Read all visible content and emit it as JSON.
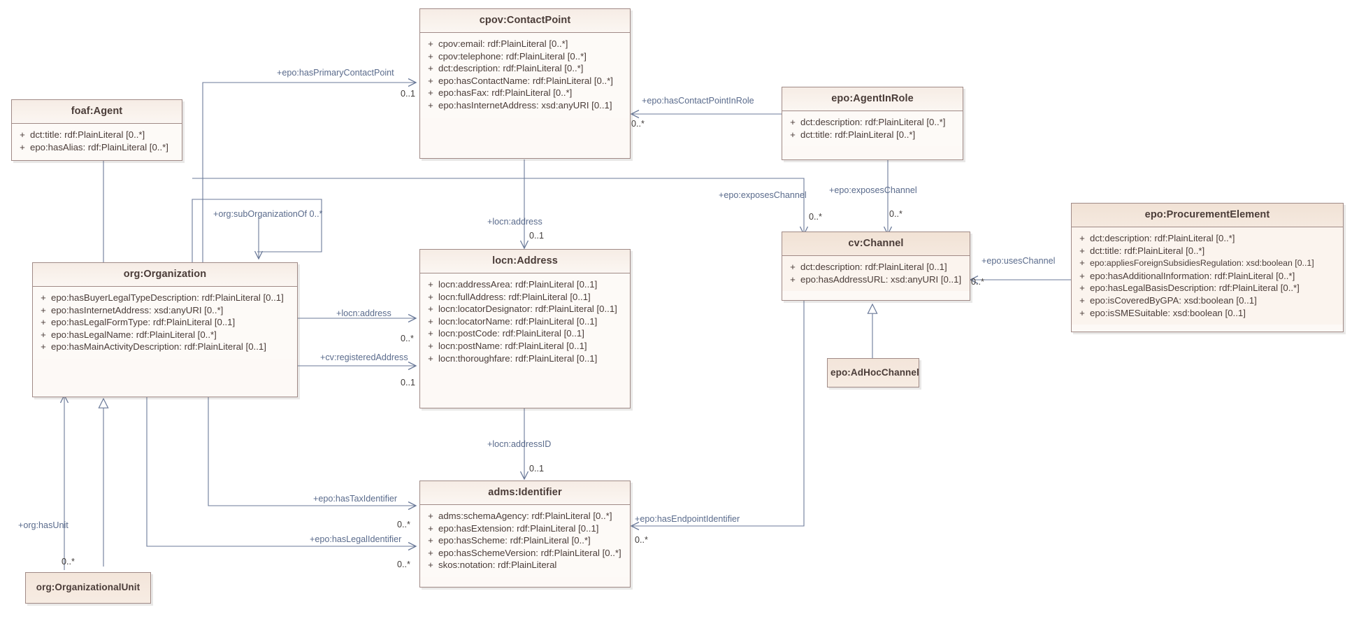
{
  "diagram": {
    "title": "ePO Organization and Contact Point UML class diagram",
    "type": "uml-class-diagram",
    "colors": {
      "class_border": "#a08a86",
      "class_header_bg": "#f6ece5",
      "class_body_bg": "#fdfaf7",
      "connector": "#6b7a99",
      "role_label": "#5a6b8c",
      "multiplicity": "#3f3a38",
      "canvas_bg": "#ffffff"
    }
  },
  "classes": {
    "contact_point": {
      "name": "cpov:ContactPoint",
      "attributes": [
        {
          "vis": "+",
          "sig": "cpov:email: rdf:PlainLiteral [0..*]"
        },
        {
          "vis": "+",
          "sig": "cpov:telephone: rdf:PlainLiteral [0..*]"
        },
        {
          "vis": "+",
          "sig": "dct:description: rdf:PlainLiteral [0..*]"
        },
        {
          "vis": "+",
          "sig": "epo:hasContactName: rdf:PlainLiteral [0..*]"
        },
        {
          "vis": "+",
          "sig": "epo:hasFax: rdf:PlainLiteral [0..*]"
        },
        {
          "vis": "+",
          "sig": "epo:hasInternetAddress: xsd:anyURI [0..1]"
        }
      ]
    },
    "agent": {
      "name": "foaf:Agent",
      "attributes": [
        {
          "vis": "+",
          "sig": "dct:title: rdf:PlainLiteral [0..*]"
        },
        {
          "vis": "+",
          "sig": "epo:hasAlias: rdf:PlainLiteral [0..*]"
        }
      ]
    },
    "agent_in_role": {
      "name": "epo:AgentInRole",
      "attributes": [
        {
          "vis": "+",
          "sig": "dct:description: rdf:PlainLiteral [0..*]"
        },
        {
          "vis": "+",
          "sig": "dct:title: rdf:PlainLiteral [0..*]"
        }
      ]
    },
    "organization": {
      "name": "org:Organization",
      "attributes": [
        {
          "vis": "+",
          "sig": "epo:hasBuyerLegalTypeDescription: rdf:PlainLiteral [0..1]"
        },
        {
          "vis": "+",
          "sig": "epo:hasInternetAddress: xsd:anyURI [0..*]"
        },
        {
          "vis": "+",
          "sig": "epo:hasLegalFormType: rdf:PlainLiteral [0..1]"
        },
        {
          "vis": "+",
          "sig": "epo:hasLegalName: rdf:PlainLiteral [0..*]"
        },
        {
          "vis": "+",
          "sig": "epo:hasMainActivityDescription: rdf:PlainLiteral [0..1]"
        }
      ]
    },
    "address": {
      "name": "locn:Address",
      "attributes": [
        {
          "vis": "+",
          "sig": "locn:addressArea: rdf:PlainLiteral [0..1]"
        },
        {
          "vis": "+",
          "sig": "locn:fullAddress: rdf:PlainLiteral [0..1]"
        },
        {
          "vis": "+",
          "sig": "locn:locatorDesignator: rdf:PlainLiteral [0..1]"
        },
        {
          "vis": "+",
          "sig": "locn:locatorName: rdf:PlainLiteral [0..1]"
        },
        {
          "vis": "+",
          "sig": "locn:postCode: rdf:PlainLiteral [0..1]"
        },
        {
          "vis": "+",
          "sig": "locn:postName: rdf:PlainLiteral [0..1]"
        },
        {
          "vis": "+",
          "sig": "locn:thoroughfare: rdf:PlainLiteral [0..1]"
        }
      ]
    },
    "channel": {
      "name": "cv:Channel",
      "attributes": [
        {
          "vis": "+",
          "sig": "dct:description: rdf:PlainLiteral [0..1]"
        },
        {
          "vis": "+",
          "sig": "epo:hasAddressURL: xsd:anyURI [0..1]"
        }
      ]
    },
    "adhoc_channel": {
      "name": "epo:AdHocChannel",
      "attributes": []
    },
    "procurement_element": {
      "name": "epo:ProcurementElement",
      "attributes": [
        {
          "vis": "+",
          "sig": "dct:description: rdf:PlainLiteral [0..*]"
        },
        {
          "vis": "+",
          "sig": "dct:title: rdf:PlainLiteral [0..*]"
        },
        {
          "vis": "+",
          "sig": "epo:appliesForeignSubsidiesRegulation: xsd:boolean [0..1]"
        },
        {
          "vis": "+",
          "sig": "epo:hasAdditionalInformation: rdf:PlainLiteral [0..*]"
        },
        {
          "vis": "+",
          "sig": "epo:hasLegalBasisDescription: rdf:PlainLiteral [0..*]"
        },
        {
          "vis": "+",
          "sig": "epo:isCoveredByGPA: xsd:boolean [0..1]"
        },
        {
          "vis": "+",
          "sig": "epo:isSMESuitable: xsd:boolean [0..1]"
        }
      ]
    },
    "identifier": {
      "name": "adms:Identifier",
      "attributes": [
        {
          "vis": "+",
          "sig": "adms:schemaAgency: rdf:PlainLiteral [0..*]"
        },
        {
          "vis": "+",
          "sig": "epo:hasExtension: rdf:PlainLiteral [0..1]"
        },
        {
          "vis": "+",
          "sig": "epo:hasScheme: rdf:PlainLiteral [0..*]"
        },
        {
          "vis": "+",
          "sig": "epo:hasSchemeVersion: rdf:PlainLiteral [0..*]"
        },
        {
          "vis": "+",
          "sig": "skos:notation: rdf:PlainLiteral"
        }
      ]
    },
    "organizational_unit": {
      "name": "org:OrganizationalUnit",
      "attributes": []
    }
  },
  "relations": {
    "has_primary_contact_point": {
      "label": "+epo:hasPrimaryContactPoint",
      "multiplicity": "0..1"
    },
    "has_contact_point_in_role": {
      "label": "+epo:hasContactPointInRole",
      "multiplicity": "0..*"
    },
    "sub_organization_of": {
      "label": "+org:subOrganizationOf 0..*"
    },
    "locn_address_from_contact": {
      "label": "+locn:address",
      "multiplicity": "0..1"
    },
    "locn_address_from_org": {
      "label": "+locn:address",
      "multiplicity": "0..*"
    },
    "cv_registered_address": {
      "label": "+cv:registeredAddress",
      "multiplicity": "0..1"
    },
    "exposes_channel_contact": {
      "label": "+epo:exposesChannel",
      "multiplicity": "0..*"
    },
    "exposes_channel_role": {
      "label": "+epo:exposesChannel",
      "multiplicity": "0..*"
    },
    "uses_channel": {
      "label": "+epo:usesChannel",
      "multiplicity": "0..*"
    },
    "locn_address_id": {
      "label": "+locn:addressID",
      "multiplicity": "0..1"
    },
    "has_tax_identifier": {
      "label": "+epo:hasTaxIdentifier",
      "multiplicity": "0..*"
    },
    "has_legal_identifier": {
      "label": "+epo:hasLegalIdentifier",
      "multiplicity": "0..*"
    },
    "has_endpoint_identifier": {
      "label": "+epo:hasEndpointIdentifier",
      "multiplicity": "0..*"
    },
    "has_unit": {
      "label": "+org:hasUnit",
      "multiplicity": "0..*"
    }
  }
}
